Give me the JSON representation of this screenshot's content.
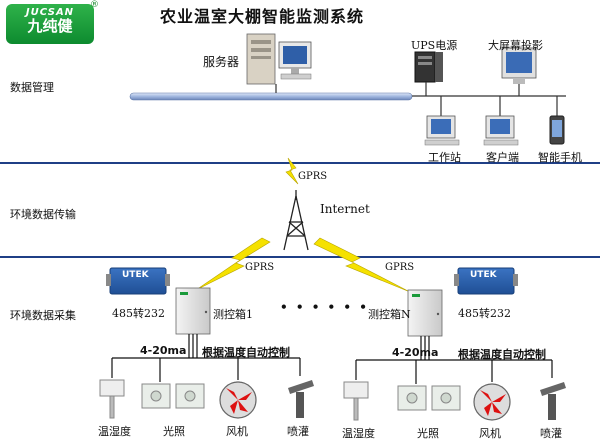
{
  "title": "农业温室大棚智能监测系统",
  "logo": {
    "latin": "JUCSAN",
    "chinese": "九纯健",
    "mark": "®"
  },
  "zones": {
    "data_management": "数据管理",
    "transmission": "环境数据传输",
    "collection": "环境数据采集"
  },
  "devices": {
    "server": "服务器",
    "ups": "UPS电源",
    "projector": "大屏幕投影",
    "workstation": "工作站",
    "client": "客户端",
    "phone": "智能手机"
  },
  "network": {
    "gprs_top": "GPRS",
    "internet": "Internet",
    "gprs_left": "GPRS",
    "gprs_right": "GPRS"
  },
  "field": {
    "converter_brand": "UTEK",
    "converter_left": "485转232",
    "converter_right": "485转232",
    "box_1": "测控箱1",
    "box_n": "测控箱N",
    "ellipsis": "• • • • • •",
    "signal_left": "4-20ma",
    "signal_right": "4-20ma",
    "auto_left": "根据温度自动控制",
    "auto_right": "根据温度自动控制",
    "sensors_left": [
      "温湿度",
      "光照",
      "风机",
      "喷灌"
    ],
    "sensors_right": [
      "温湿度",
      "光照",
      "风机",
      "喷灌"
    ]
  },
  "colors": {
    "zone_line": "#1f3f86",
    "bus": "#9fb6df",
    "logo_green": "#1a9a3a",
    "lightning": "#f5e100"
  }
}
